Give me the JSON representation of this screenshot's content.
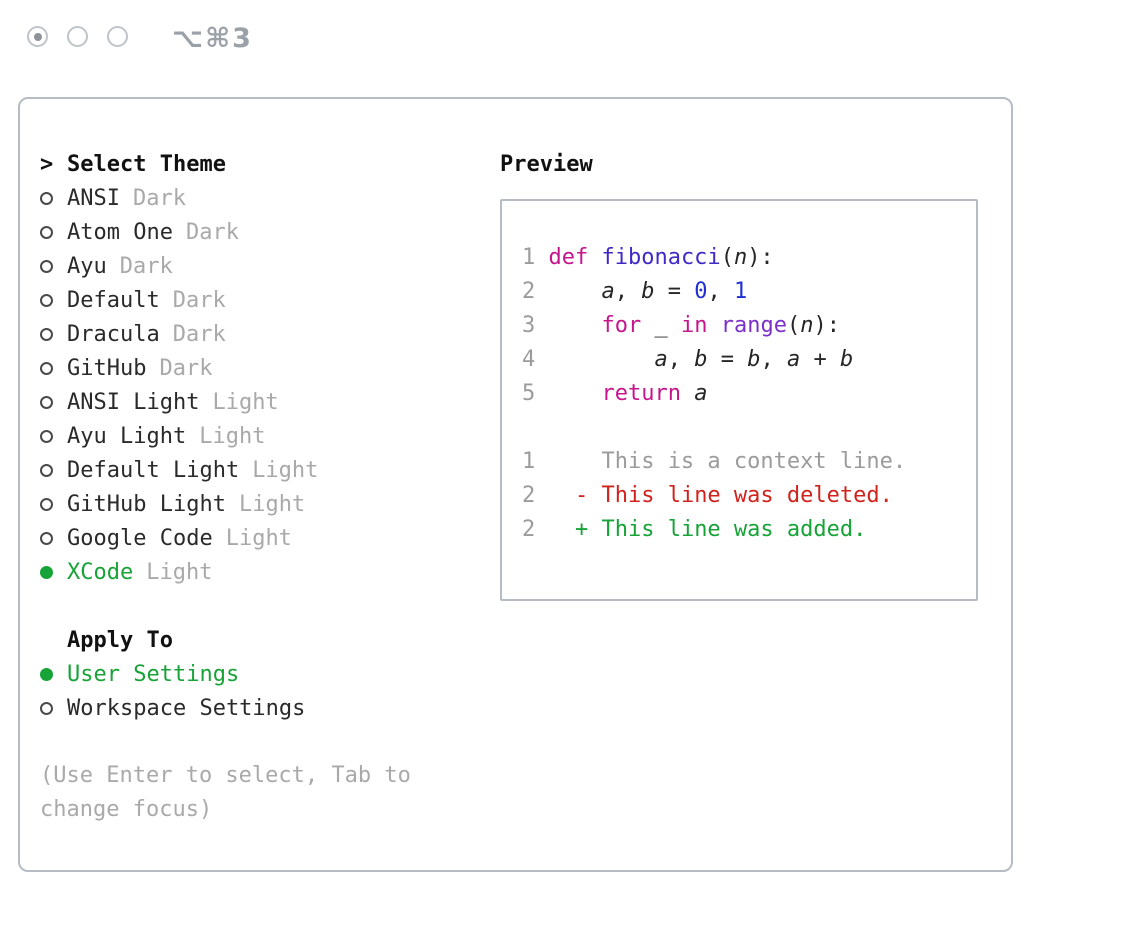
{
  "titlebar": {
    "shortcut": "⌥⌘3"
  },
  "theme_selector": {
    "prompt": ">",
    "title": "Select Theme",
    "themes": [
      {
        "name": "ANSI",
        "variant": "Dark",
        "selected": false
      },
      {
        "name": "Atom One",
        "variant": "Dark",
        "selected": false
      },
      {
        "name": "Ayu",
        "variant": "Dark",
        "selected": false
      },
      {
        "name": "Default",
        "variant": "Dark",
        "selected": false
      },
      {
        "name": "Dracula",
        "variant": "Dark",
        "selected": false
      },
      {
        "name": "GitHub",
        "variant": "Dark",
        "selected": false
      },
      {
        "name": "ANSI Light",
        "variant": "Light",
        "selected": false
      },
      {
        "name": "Ayu Light",
        "variant": "Light",
        "selected": false
      },
      {
        "name": "Default Light",
        "variant": "Light",
        "selected": false
      },
      {
        "name": "GitHub Light",
        "variant": "Light",
        "selected": false
      },
      {
        "name": "Google Code",
        "variant": "Light",
        "selected": false
      },
      {
        "name": "XCode",
        "variant": "Light",
        "selected": true
      }
    ]
  },
  "apply_to": {
    "title": "Apply To",
    "options": [
      {
        "label": "User Settings",
        "selected": true
      },
      {
        "label": "Workspace Settings",
        "selected": false
      }
    ]
  },
  "hint": "(Use Enter to select, Tab to change focus)",
  "preview": {
    "title": "Preview",
    "code_lines": [
      {
        "num": "1",
        "tokens": [
          {
            "t": "def ",
            "c": "kw"
          },
          {
            "t": "fibonacci",
            "c": "fn"
          },
          {
            "t": "(",
            "c": "plain"
          },
          {
            "t": "n",
            "c": "var"
          },
          {
            "t": "):",
            "c": "plain"
          }
        ]
      },
      {
        "num": "2",
        "tokens": [
          {
            "t": "    ",
            "c": "plain"
          },
          {
            "t": "a",
            "c": "var"
          },
          {
            "t": ", ",
            "c": "plain"
          },
          {
            "t": "b",
            "c": "var"
          },
          {
            "t": " = ",
            "c": "plain"
          },
          {
            "t": "0",
            "c": "num"
          },
          {
            "t": ", ",
            "c": "plain"
          },
          {
            "t": "1",
            "c": "num"
          }
        ]
      },
      {
        "num": "3",
        "tokens": [
          {
            "t": "    ",
            "c": "plain"
          },
          {
            "t": "for",
            "c": "kw"
          },
          {
            "t": " ",
            "c": "plain"
          },
          {
            "t": "_",
            "c": "var"
          },
          {
            "t": " ",
            "c": "plain"
          },
          {
            "t": "in",
            "c": "kw"
          },
          {
            "t": " ",
            "c": "plain"
          },
          {
            "t": "range",
            "c": "fn2"
          },
          {
            "t": "(",
            "c": "plain"
          },
          {
            "t": "n",
            "c": "var"
          },
          {
            "t": "):",
            "c": "plain"
          }
        ]
      },
      {
        "num": "4",
        "tokens": [
          {
            "t": "        ",
            "c": "plain"
          },
          {
            "t": "a",
            "c": "var"
          },
          {
            "t": ", ",
            "c": "plain"
          },
          {
            "t": "b",
            "c": "var"
          },
          {
            "t": " = ",
            "c": "plain"
          },
          {
            "t": "b",
            "c": "var"
          },
          {
            "t": ", ",
            "c": "plain"
          },
          {
            "t": "a",
            "c": "var"
          },
          {
            "t": " + ",
            "c": "plain"
          },
          {
            "t": "b",
            "c": "var"
          }
        ]
      },
      {
        "num": "5",
        "tokens": [
          {
            "t": "    ",
            "c": "plain"
          },
          {
            "t": "return",
            "c": "kw"
          },
          {
            "t": " ",
            "c": "plain"
          },
          {
            "t": "a",
            "c": "var"
          }
        ]
      }
    ],
    "diff_lines": [
      {
        "num": "1",
        "tokens": [
          {
            "t": "    This is a context line.",
            "c": "ctx"
          }
        ]
      },
      {
        "num": "2",
        "tokens": [
          {
            "t": "  ",
            "c": "plain"
          },
          {
            "t": "- This line was deleted.",
            "c": "del"
          }
        ]
      },
      {
        "num": "2",
        "tokens": [
          {
            "t": "  ",
            "c": "plain"
          },
          {
            "t": "+ This line was added.",
            "c": "add"
          }
        ]
      }
    ]
  },
  "palette": {
    "green": "#18a339",
    "red": "#d0231e",
    "kw": "#c6168d",
    "fn": "#3f2ac7",
    "fn2": "#7c30c9",
    "numlit": "#1f2fd4",
    "gray-gutter": "#9b9b9b",
    "gray-label": "#a9a9a9",
    "border": "#b6bcc4",
    "muted": "#9ba1a8",
    "text-dark": "#262626"
  }
}
